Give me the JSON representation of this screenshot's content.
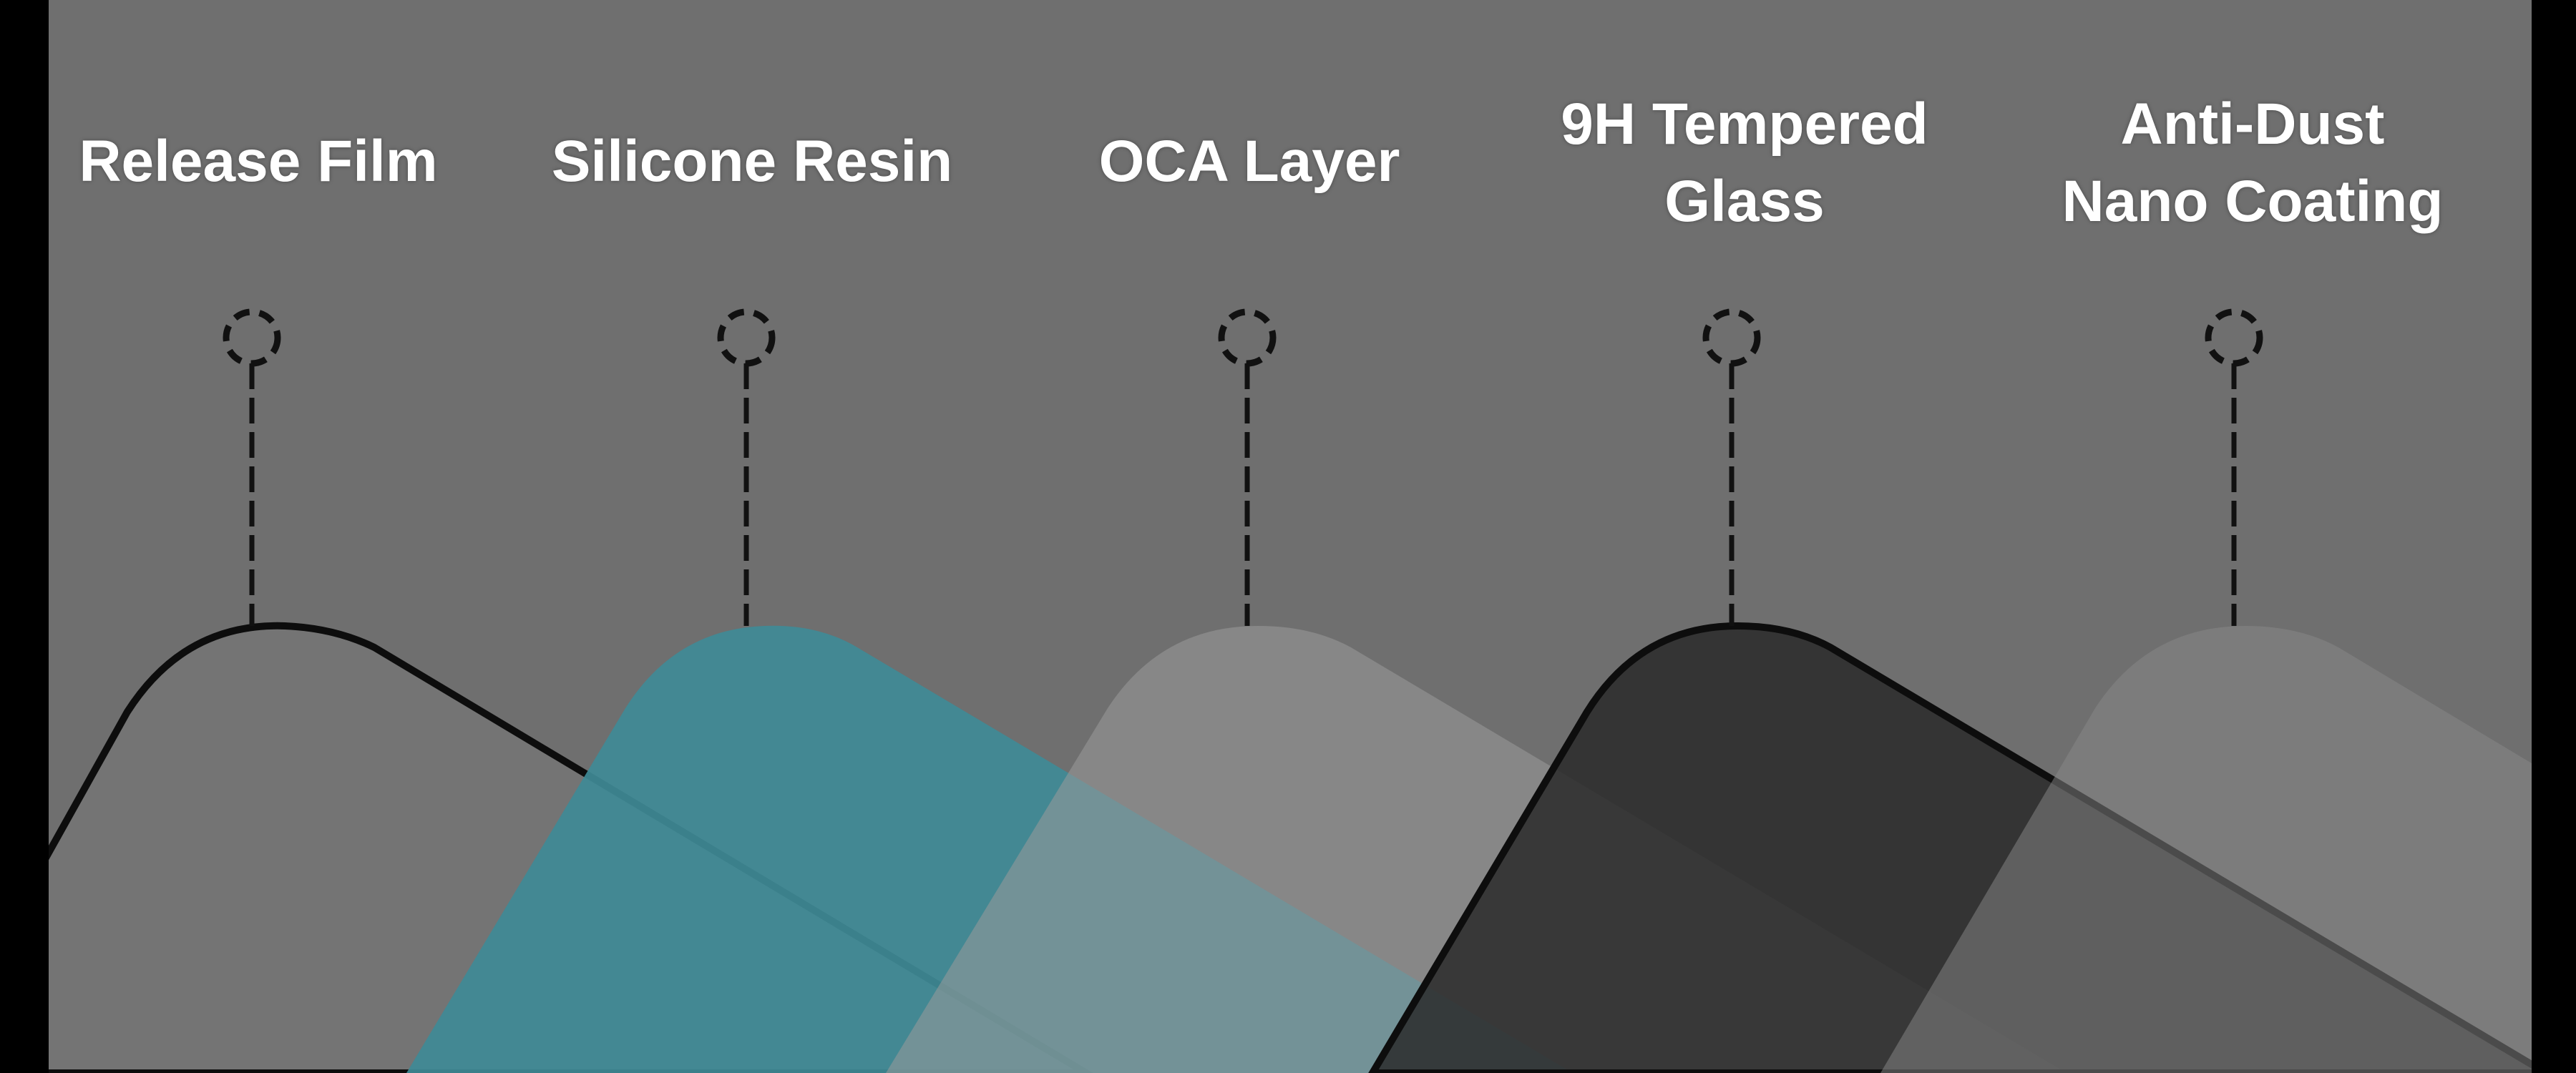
{
  "diagram": {
    "colors": {
      "background": "#6f6f6f",
      "frame": "#000000",
      "release_film": "#747474",
      "silicone_resin": "#3f8a96",
      "oca_layer": "#9a9a9a",
      "tempered_glass": "#2a2a2a",
      "nano_coating": "#8a8a8a",
      "outline": "#0d0d0d"
    },
    "layers": [
      {
        "id": "release-film",
        "label": "Release Film"
      },
      {
        "id": "silicone-resin",
        "label": "Silicone Resin"
      },
      {
        "id": "oca-layer",
        "label": "OCA Layer"
      },
      {
        "id": "tempered-glass",
        "label": "9H Tempered\nGlass"
      },
      {
        "id": "nano-coating",
        "label": "Anti-Dust\nNano Coating"
      }
    ]
  }
}
